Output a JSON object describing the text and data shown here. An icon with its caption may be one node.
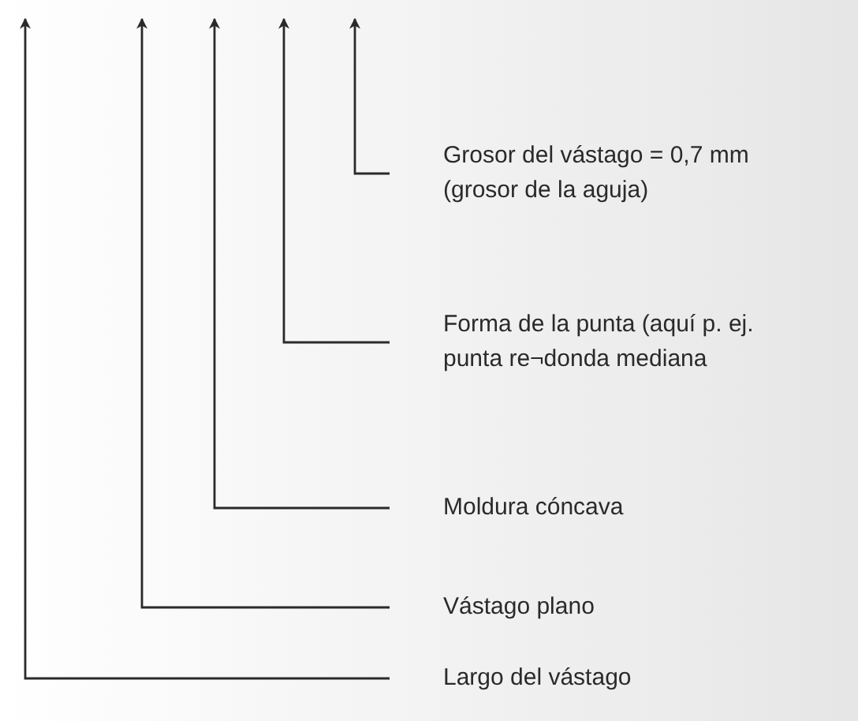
{
  "diagram": {
    "nodes": [
      {
        "text": [
          "Grosor del vástago = 0,7 mm (grosor de la aguja)"
        ]
      },
      {
        "text": [
          "Forma de la punta (aquí p. ej. punta re¬donda mediana"
        ]
      },
      {
        "text": [
          "Moldura cóncava"
        ]
      },
      {
        "text": [
          "Vástago plano"
        ]
      },
      {
        "text": [
          "Largo del vástago"
        ]
      }
    ],
    "edges": [
      {
        "from": 0,
        "to": null,
        "arrow": "to"
      },
      {
        "from": 1,
        "to": null,
        "arrow": "to"
      },
      {
        "from": 2,
        "to": null,
        "arrow": "to"
      },
      {
        "from": 3,
        "to": null,
        "arrow": "to"
      },
      {
        "from": 4,
        "to": null,
        "arrow": "to"
      }
    ]
  }
}
